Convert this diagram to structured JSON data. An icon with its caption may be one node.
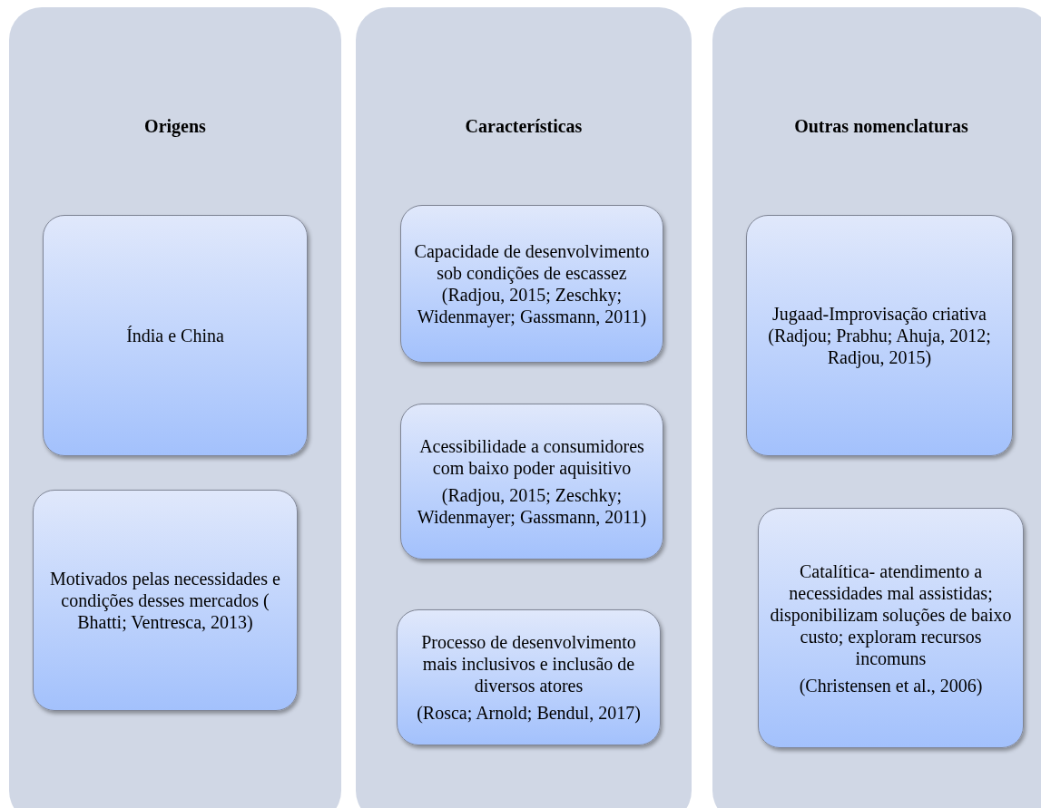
{
  "diagram": {
    "nodes": [
      {
        "text": [
          "Origens"
        ]
      },
      {
        "text": [
          "Índia e China"
        ],
        "in": 0
      },
      {
        "text": [
          "Motivados pelas necessidades e condições desses mercados ( Bhatti; Ventresca, 2013)"
        ],
        "in": 0
      },
      {
        "text": [
          "Características"
        ]
      },
      {
        "text": [
          "Capacidade de desenvolvimento sob condições de escassez (Radjou, 2015; Zeschky; Widenmayer; Gassmann, 2011)"
        ],
        "in": 3
      },
      {
        "text": [
          "Acessibilidade a consumidores com baixo poder aquisitivo",
          "(Radjou, 2015; Zeschky; Widenmayer; Gassmann, 2011)"
        ],
        "in": 3
      },
      {
        "text": [
          "Processo de desenvolvimento mais inclusivos e inclusão de diversos atores",
          "(Rosca; Arnold; Bendul, 2017)"
        ],
        "in": 3
      },
      {
        "text": [
          "Outras nomenclaturas"
        ]
      },
      {
        "text": [
          "Jugaad-Improvisação criativa (Radjou; Prabhu; Ahuja, 2012; Radjou, 2015)"
        ],
        "in": 7
      },
      {
        "text": [
          "Catalítica- atendimento a necessidades mal assistidas; disponibilizam soluções de baixo custo; exploram recursos incomuns",
          "(Christensen et al., 2006)"
        ],
        "in": 7
      }
    ]
  }
}
